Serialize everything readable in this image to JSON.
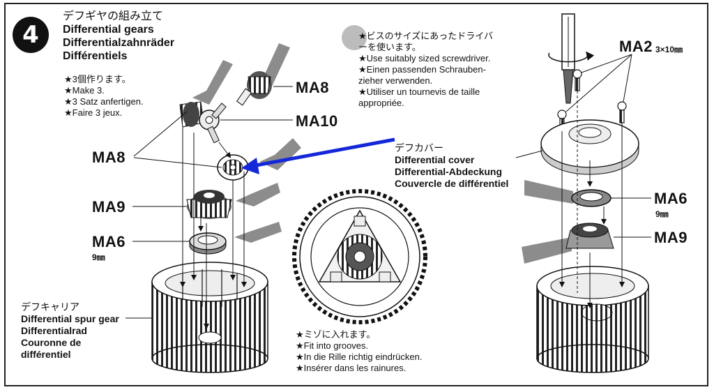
{
  "step": {
    "number": "4",
    "title_ja": "デフギヤの組み立て",
    "title_en": "Differential gears",
    "title_de": "Differentialzahnräder",
    "title_fr": "Différentiels"
  },
  "notes": {
    "make3": [
      "★3個作ります。",
      "★Make 3.",
      "★3 Satz anfertigen.",
      "★Faire 3 jeux."
    ],
    "screwdriver": [
      "★ビスのサイズにあったドライバ",
      "ーを使います。",
      "★Use suitably sized screwdriver.",
      "★Einen passenden Schrauben-",
      "zieher verwenden.",
      "★Utiliser un tournevis de taille",
      "appropriée."
    ],
    "grooves": [
      "★ミゾに入れます。",
      "★Fit into grooves.",
      "★In die Rille richtig eindrücken.",
      "★Insérer dans les rainures."
    ]
  },
  "parts": {
    "ma8_top": "MA8",
    "ma10": "MA10",
    "ma8_left": "MA8",
    "ma9_left": "MA9",
    "ma6_left": "MA6",
    "ma6_left_size": "9㎜",
    "ma2": "MA2",
    "ma2_size": "3×10㎜",
    "ma6_right": "MA6",
    "ma6_right_size": "9㎜",
    "ma9_right": "MA9"
  },
  "labels": {
    "diff_cover": [
      "デフカバー",
      "Differential cover",
      "Differential-Abdeckung",
      "Couvercle de différentiel"
    ],
    "diff_spur": [
      "デフキャリア",
      "Differential spur gear",
      "Differentialrad",
      "Couronne de",
      "différentiel"
    ]
  },
  "colors": {
    "annotation_arrow": "#1428d8",
    "ink": "#111111",
    "grease": "#8c8c8c",
    "gear_dark": "#3a3a3a",
    "gear_gray": "#9a9a9a"
  }
}
